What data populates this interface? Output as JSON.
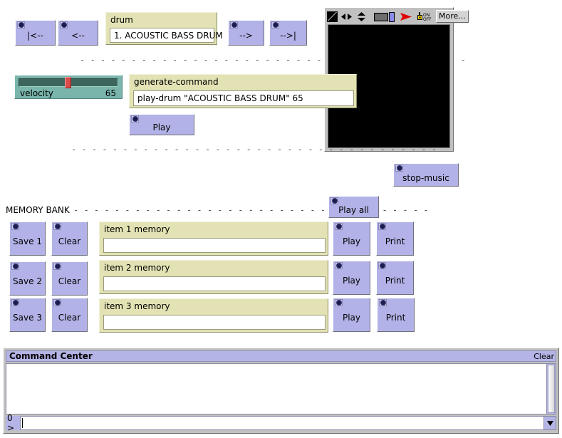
{
  "nav": {
    "first_label": "|<--",
    "prev_label": "<--",
    "next_label": "-->",
    "last_label": "-->|"
  },
  "drum_panel": {
    "title": "drum",
    "value": "1. ACOUSTIC BASS DRUM"
  },
  "velocity": {
    "label": "velocity",
    "value": "65",
    "percent": 50
  },
  "generate_panel": {
    "title": "generate-command",
    "value": "play-drum \"ACOUSTIC BASS DRUM\" 65"
  },
  "play_button": {
    "label": "Play"
  },
  "stop_button": {
    "label": "stop-music"
  },
  "play_all_button": {
    "label": "Play all"
  },
  "separators": {
    "top": "- - - - - - - - - - - - - - - - - - - - - - - - - - - - - - - - - - - - - -",
    "middle": "- - - - - - - - - - - - - - - - - - - - - - - - - - - - - - - - - - - -",
    "memory": "- - - - - - - - - - - - - - - - - - - - - - - - - - - - - - - - - - -"
  },
  "memory_bank": {
    "label": "MEMORY BANK",
    "rows": [
      {
        "save_label": "Save 1",
        "clear_label": "Clear",
        "title": "item 1 memory",
        "value": "",
        "play_label": "Play",
        "print_label": "Print"
      },
      {
        "save_label": "Save 2",
        "clear_label": "Clear",
        "title": "item 2 memory",
        "value": "",
        "play_label": "Play",
        "print_label": "Print"
      },
      {
        "save_label": "Save 3",
        "clear_label": "Clear",
        "title": "item 3 memory",
        "value": "",
        "play_label": "Play",
        "print_label": "Print"
      }
    ]
  },
  "music_view": {
    "toolbar": {
      "resize_icon": "diagonal-split-square-icon",
      "horizontal_icon": "left-right-arrows-icon",
      "vertical_icon": "up-down-arrows-icon",
      "window_icon": "window-pane-icon",
      "play_icon": "red-play-triangle-icon",
      "toggle_icon": "on-off-toggle-icon",
      "toggle_on_text": "ON",
      "toggle_off_text": "OFF",
      "more_label": "More..."
    }
  },
  "command_center": {
    "title": "Command Center",
    "clear_label": "Clear",
    "prompt": "0 >",
    "input_value": "",
    "output_text": ""
  },
  "colors": {
    "button_face": "#b2b2e8",
    "panel_khaki": "#e2e2b4",
    "slider_teal": "#79b5ab",
    "slider_thumb": "#d94b4b",
    "view_black": "#000000",
    "titlebar": "#b4b4e6",
    "chrome_grey": "#c0c0c0"
  }
}
